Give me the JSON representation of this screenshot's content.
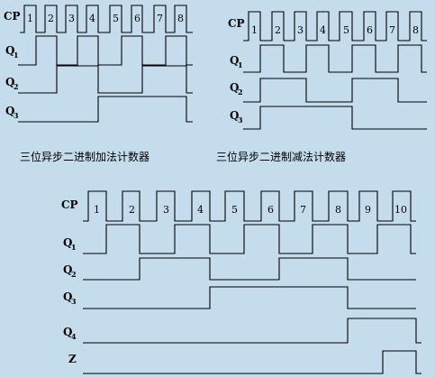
{
  "captions": {
    "up_counter": "三位异步二进制加法计数器",
    "down_counter": "三位异步二进制减法计数器"
  },
  "up_counter": {
    "clock_label": "CP",
    "pulse_numbers": [
      "1",
      "2",
      "3",
      "4",
      "5",
      "6",
      "7",
      "8"
    ],
    "signals": [
      {
        "name": "Q",
        "sub": "1"
      },
      {
        "name": "Q",
        "sub": "2"
      },
      {
        "name": "Q",
        "sub": "3"
      }
    ]
  },
  "down_counter": {
    "clock_label": "CP",
    "pulse_numbers": [
      "1",
      "2",
      "3",
      "4",
      "5",
      "6",
      "7",
      "8"
    ],
    "signals": [
      {
        "name": "Q",
        "sub": "1"
      },
      {
        "name": "Q",
        "sub": "2"
      },
      {
        "name": "Q",
        "sub": "3"
      }
    ]
  },
  "decade_counter": {
    "clock_label": "CP",
    "pulse_numbers": [
      "1",
      "2",
      "3",
      "4",
      "5",
      "6",
      "7",
      "8",
      "9",
      "10"
    ],
    "signals": [
      {
        "name": "Q",
        "sub": "1"
      },
      {
        "name": "Q",
        "sub": "2"
      },
      {
        "name": "Q",
        "sub": "3"
      },
      {
        "name": "Q",
        "sub": "4"
      },
      {
        "name": "Z",
        "sub": ""
      }
    ]
  },
  "colors": {
    "background": "#c5dcec",
    "line": "#000000"
  }
}
